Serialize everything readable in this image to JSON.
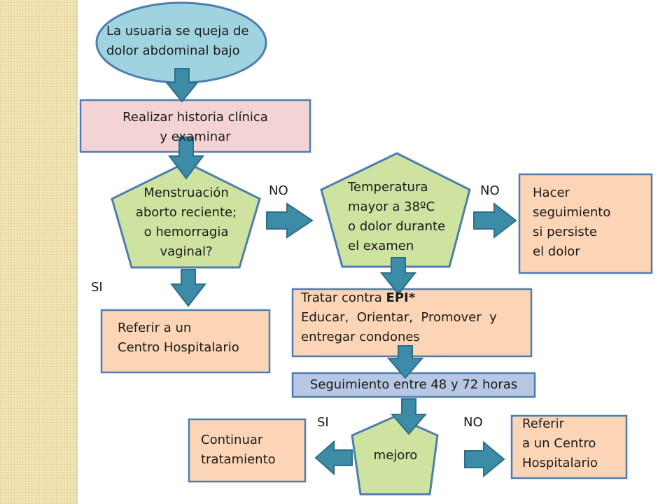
{
  "nodes": {
    "start": "La usuaria se queja de\ndolor abdominal bajo",
    "history": "Realizar historia clínica\ny examinar",
    "bleeding": "Menstruación\naborto reciente;\no hemorragia\nvaginal?",
    "temperature": "Temperatura\nmayor a 38ºC\no dolor durante\nel examen",
    "follow_pain": "Hacer\nseguimiento\nsi persiste\nel dolor",
    "refer_hospital": "Referir a un\nCentro Hospitalario",
    "treat_prefix": "Tratar contra ",
    "treat_bold": "EPI*",
    "treat_rest": "Educar,  Orientar,  Promover  y\nentregar condones",
    "followup_48_72": "Seguimiento entre 48 y 72 horas",
    "improved": "mejoro",
    "continue_treatment": "Continuar\ntratamiento",
    "refer_hospital_2": "Referir\na un Centro\nHospitalario"
  },
  "labels": {
    "no_1": "NO",
    "no_2": "NO",
    "si_1": "SI",
    "si_2": "SI",
    "no_3": "NO"
  },
  "colors": {
    "start_fill": "#9fd3df",
    "history_fill": "#f4d3d4",
    "pentagon_fill": "#cfe3a0",
    "box_fill": "#fbd5b5",
    "followup_fill": "#b7c7e4",
    "arrow_fill": "#3c8ba7",
    "stroke": "#4f7db0"
  }
}
